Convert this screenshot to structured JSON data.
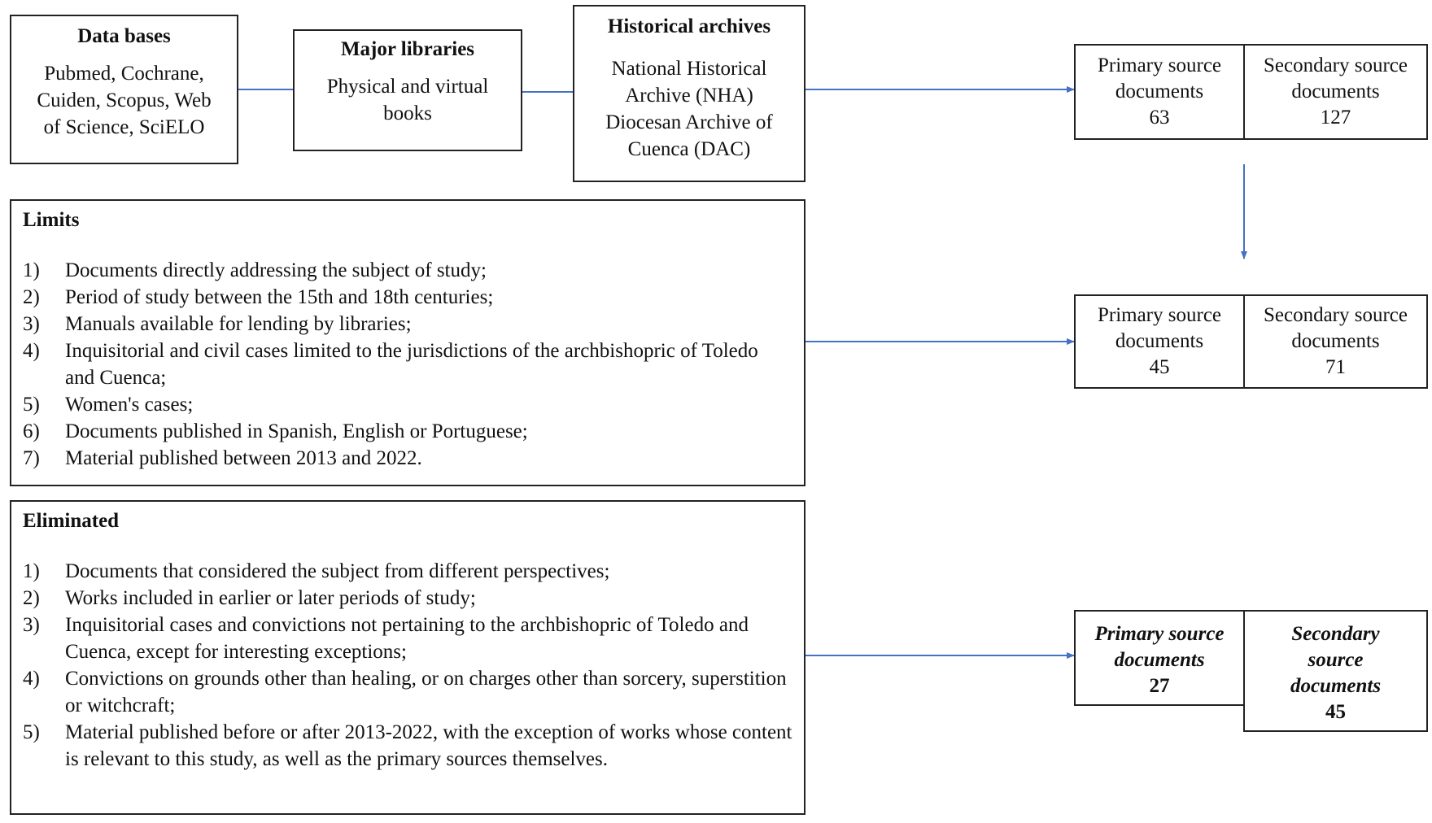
{
  "sources": {
    "databases": {
      "title": "Data bases",
      "lines": [
        "Pubmed, Cochrane,",
        "Cuiden, Scopus, Web",
        "of Science, SciELO"
      ]
    },
    "libraries": {
      "title": "Major libraries",
      "lines": [
        "Physical and virtual",
        "books"
      ]
    },
    "archives": {
      "title": "Historical archives",
      "lines": [
        "National Historical",
        "Archive (NHA)",
        "Diocesan Archive of",
        "Cuenca (DAC)"
      ]
    }
  },
  "limits": {
    "title": "Limits",
    "items": [
      {
        "n": "1)",
        "text": "Documents directly addressing the subject of study;"
      },
      {
        "n": "2)",
        "text": "Period of study between the 15th and 18th centuries;"
      },
      {
        "n": "3)",
        "text": "Manuals available for lending by libraries;"
      },
      {
        "n": "4)",
        "text": "Inquisitorial and civil cases limited to the jurisdictions of the archbishopric of Toledo and Cuenca;"
      },
      {
        "n": "5)",
        "text": "Women's cases;"
      },
      {
        "n": "6)",
        "text": "Documents published in Spanish, English or Portuguese;"
      },
      {
        "n": "7)",
        "text": "Material published between 2013 and 2022."
      }
    ]
  },
  "eliminated": {
    "title": "Eliminated",
    "items": [
      {
        "n": "1)",
        "text": "Documents that considered the subject from different perspectives;"
      },
      {
        "n": "2)",
        "text": "Works included in earlier or later periods of study;"
      },
      {
        "n": "3)",
        "text": "Inquisitorial cases and convictions not pertaining to the archbishopric of Toledo and Cuenca, except for interesting exceptions;"
      },
      {
        "n": "4)",
        "text": "Convictions on grounds other than healing, or on charges other than sorcery, superstition or witchcraft;"
      },
      {
        "n": "5)",
        "text": "Material published before or after 2013-2022, with the exception of works whose content is relevant to this study, as well as the primary sources themselves."
      }
    ]
  },
  "results": {
    "stage1": {
      "primary": {
        "l1": "Primary source",
        "l2": "documents",
        "n": "63"
      },
      "secondary": {
        "l1": "Secondary source",
        "l2": "documents",
        "n": "127"
      }
    },
    "stage2": {
      "primary": {
        "l1": "Primary source",
        "l2": "documents",
        "n": "45"
      },
      "secondary": {
        "l1": "Secondary source",
        "l2": "documents",
        "n": "71"
      }
    },
    "stage3": {
      "primary": {
        "l1": "Primary source",
        "l2": "documents",
        "n": "27"
      },
      "secondary": {
        "l1": "Secondary",
        "l2": "source",
        "l3": "documents",
        "n": "45"
      }
    }
  },
  "colors": {
    "arrow": "#4472c4",
    "border": "#222222"
  }
}
